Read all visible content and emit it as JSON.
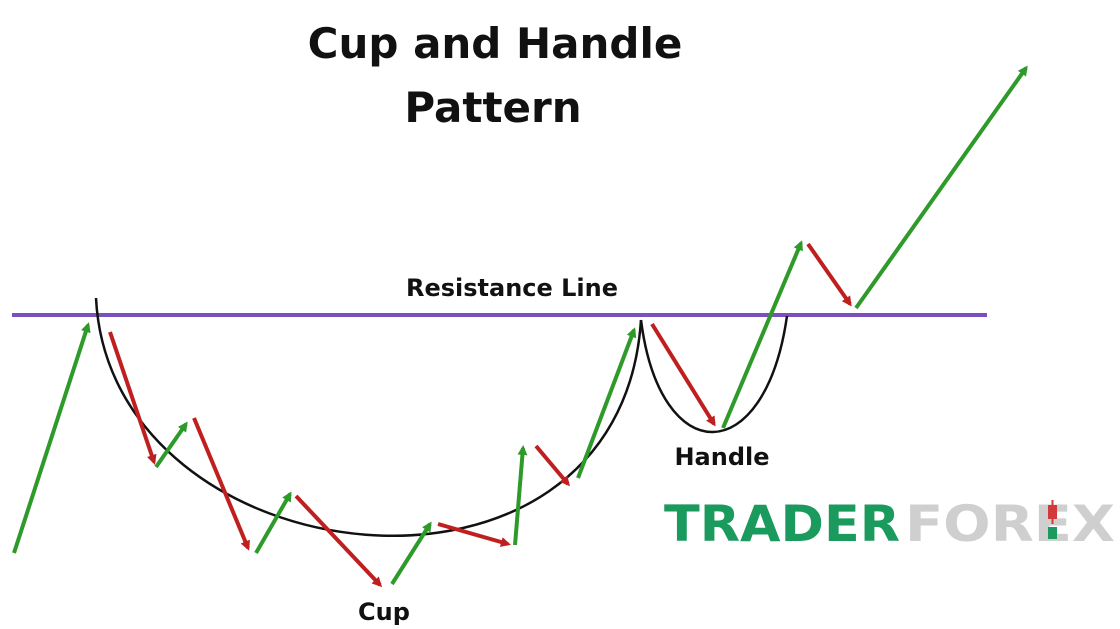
{
  "title": {
    "line1": "Cup and Handle",
    "line2": "Pattern"
  },
  "labels": {
    "resistance": "Resistance Line",
    "cup": "Cup",
    "handle": "Handle"
  },
  "watermark": {
    "part1": "TRADER",
    "part2": "FOREX",
    "part1_color": "#1b9a5e",
    "part2_color": "#cfcfcf"
  },
  "colors": {
    "resistance_line": "#7a4fc0",
    "up_arrow": "#2e9a2a",
    "down_arrow": "#c01f1f",
    "curve": "#111111"
  }
}
